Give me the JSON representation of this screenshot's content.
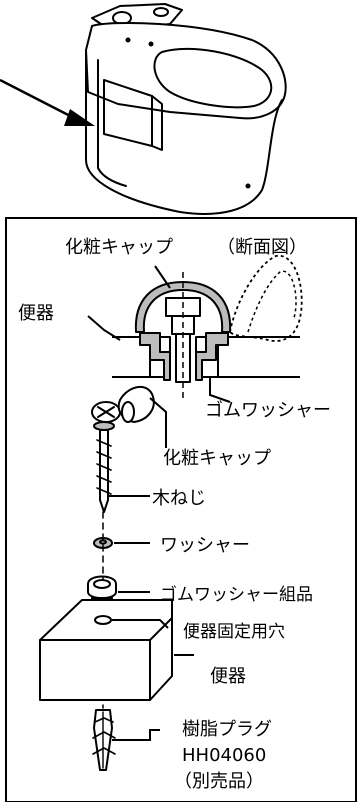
{
  "labels": {
    "cap_top": "化粧キャップ",
    "section_view": "（断面図）",
    "toilet_top": "便器",
    "rubber_washer": "ゴムワッシャー",
    "cap_mid": "化粧キャップ",
    "wood_screw": "木ねじ",
    "washer": "ワッシャー",
    "rubber_washer_set": "ゴムワッシャー組品",
    "fix_hole": "便器固定用穴",
    "toilet_bottom": "便器",
    "plug_name": "樹脂プラグ",
    "plug_code": "HH04060",
    "plug_note": "（別売品）"
  },
  "colors": {
    "stroke": "#000000",
    "gray_fill": "#bdbdbd",
    "dark_fill": "#1a1a1a"
  }
}
